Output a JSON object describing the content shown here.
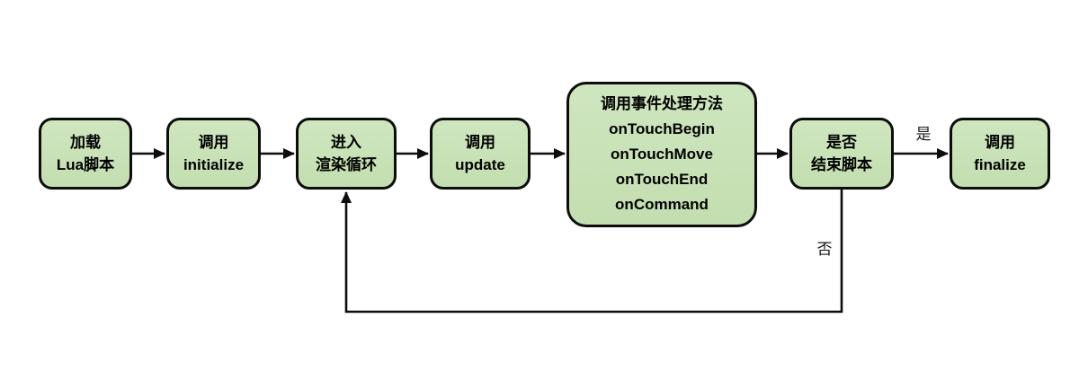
{
  "diagram": {
    "type": "flowchart",
    "description": "Lua script lifecycle flow",
    "nodes": [
      {
        "id": "load-lua",
        "label": "加载\nLua脚本"
      },
      {
        "id": "call-initialize",
        "label": "调用\ninitialize"
      },
      {
        "id": "enter-render-loop",
        "label": "进入\n渲染循环"
      },
      {
        "id": "call-update",
        "label": "调用\nupdate"
      },
      {
        "id": "call-event-handlers",
        "label": "调用事件处理方法\nonTouchBegin\nonTouchMove\nonTouchEnd\nonCommand"
      },
      {
        "id": "end-script-decision",
        "label": "是否\n结束脚本"
      },
      {
        "id": "call-finalize",
        "label": "调用\nfinalize"
      }
    ],
    "edges": [
      {
        "from": "load-lua",
        "to": "call-initialize",
        "label": ""
      },
      {
        "from": "call-initialize",
        "to": "enter-render-loop",
        "label": ""
      },
      {
        "from": "enter-render-loop",
        "to": "call-update",
        "label": ""
      },
      {
        "from": "call-update",
        "to": "call-event-handlers",
        "label": ""
      },
      {
        "from": "call-event-handlers",
        "to": "end-script-decision",
        "label": ""
      },
      {
        "from": "end-script-decision",
        "to": "call-finalize",
        "label": "是"
      },
      {
        "from": "end-script-decision",
        "to": "enter-render-loop",
        "label": "否"
      }
    ],
    "colors": {
      "node_fill": "#c6e0b4",
      "node_border": "#0d0d0d",
      "arrow": "#0d0d0d",
      "background": "#ffffff",
      "text": "#000000"
    }
  }
}
